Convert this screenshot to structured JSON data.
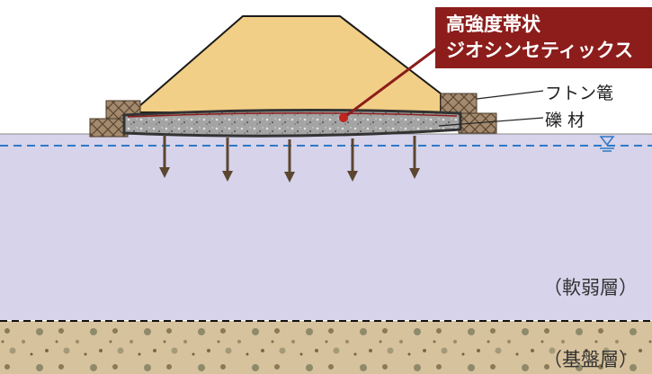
{
  "callout": {
    "line1": "高強度帯状",
    "line2": "ジオシンセティックス",
    "color": "#8c1d1b"
  },
  "labels": {
    "gabion": "フトン篭",
    "gravel": "礫 材",
    "soft_layer": "（軟弱層）",
    "base_layer": "（基盤層）"
  },
  "colors": {
    "embankment": "#f2cf86",
    "soft_layer": "#d6d3ea",
    "base_layer": "#d6c29d",
    "gravel_mat": "#9a9a9a",
    "gabion": "#a38a6e",
    "arrows": "#5c4630",
    "water_line": "#2e78c8"
  },
  "icons": {
    "water_level": "water-level-triangle-icon",
    "settlement_arrows": "down-arrow-icon"
  }
}
